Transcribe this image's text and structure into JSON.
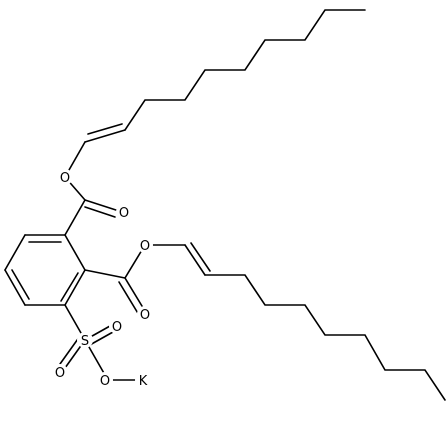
{
  "molecule": {
    "atoms": {
      "ester1_alkoxy_O": "O",
      "ester1_carbonyl_O": "O",
      "ester2_alkoxy_O": "O",
      "ester2_carbonyl_O": "O",
      "sulfur": "S",
      "sulfonyl_O_left": "O",
      "sulfonyl_O_right": "O",
      "sulfonate_O": "O",
      "potassium": "K"
    }
  },
  "colors": {
    "bond": "#000000",
    "label": "#000000",
    "background": "#ffffff"
  }
}
